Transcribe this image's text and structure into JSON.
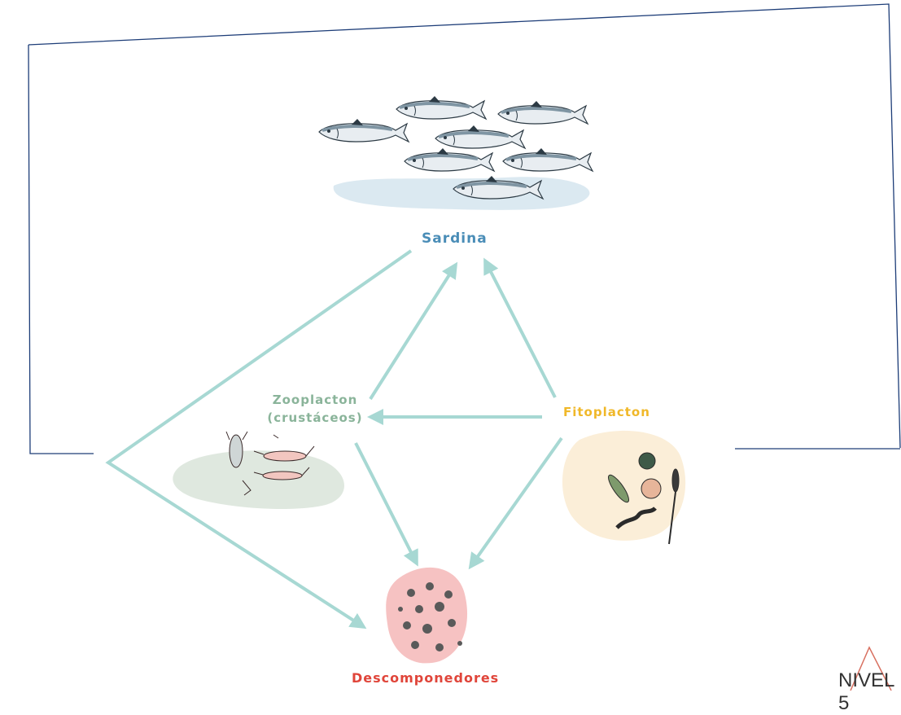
{
  "colors": {
    "arrow": "#a7d8d3",
    "sardina_label": "#4a8db7",
    "zoo_label": "#8ab49a",
    "fito_label": "#f0b829",
    "desc_label": "#e0453a",
    "frame_line": "#1d3d78",
    "zoo_blob": "#dfe8df",
    "fito_blob": "#fbeed8",
    "desc_blob": "#f6c2c2",
    "water": "#dbe9f1",
    "nivel_triangle": "#d87060"
  },
  "nodes": {
    "sardina": "Sardina",
    "zooplacton_line1": "Zooplacton",
    "zooplacton_line2": "(crustáceos)",
    "fitoplacton": "Fitoplacton",
    "descomponedores": "Descomponedores"
  },
  "badge": {
    "text": "NIVEL 5"
  },
  "icons": {
    "fish": "sardine-fish-icon",
    "crustacean": "krill-icon",
    "phytoplankton": "diatom-icon",
    "decomposer": "bacteria-icon"
  }
}
